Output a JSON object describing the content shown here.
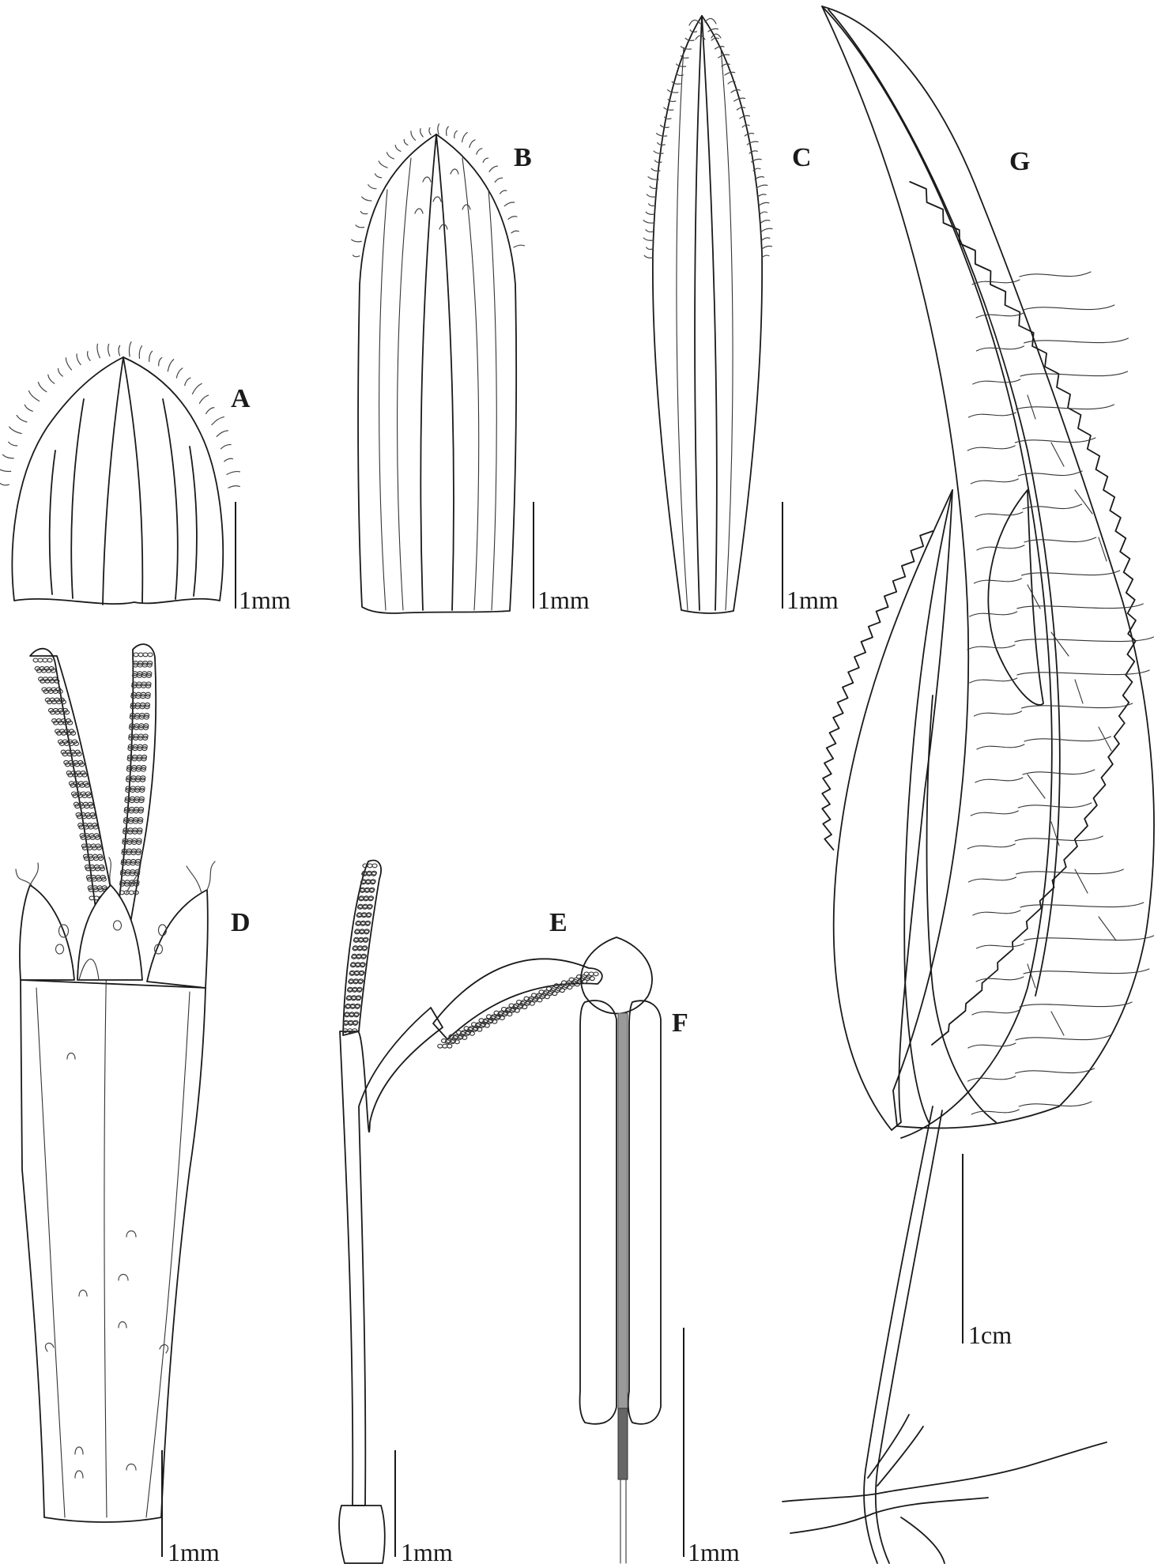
{
  "figure": {
    "panels": [
      {
        "id": "A",
        "scale": "1mm"
      },
      {
        "id": "B",
        "scale": "1mm"
      },
      {
        "id": "C",
        "scale": "1mm"
      },
      {
        "id": "D",
        "scale": "1mm"
      },
      {
        "id": "E",
        "scale": "1mm"
      },
      {
        "id": "F",
        "scale": "1mm"
      },
      {
        "id": "G",
        "scale": "1cm"
      }
    ]
  }
}
